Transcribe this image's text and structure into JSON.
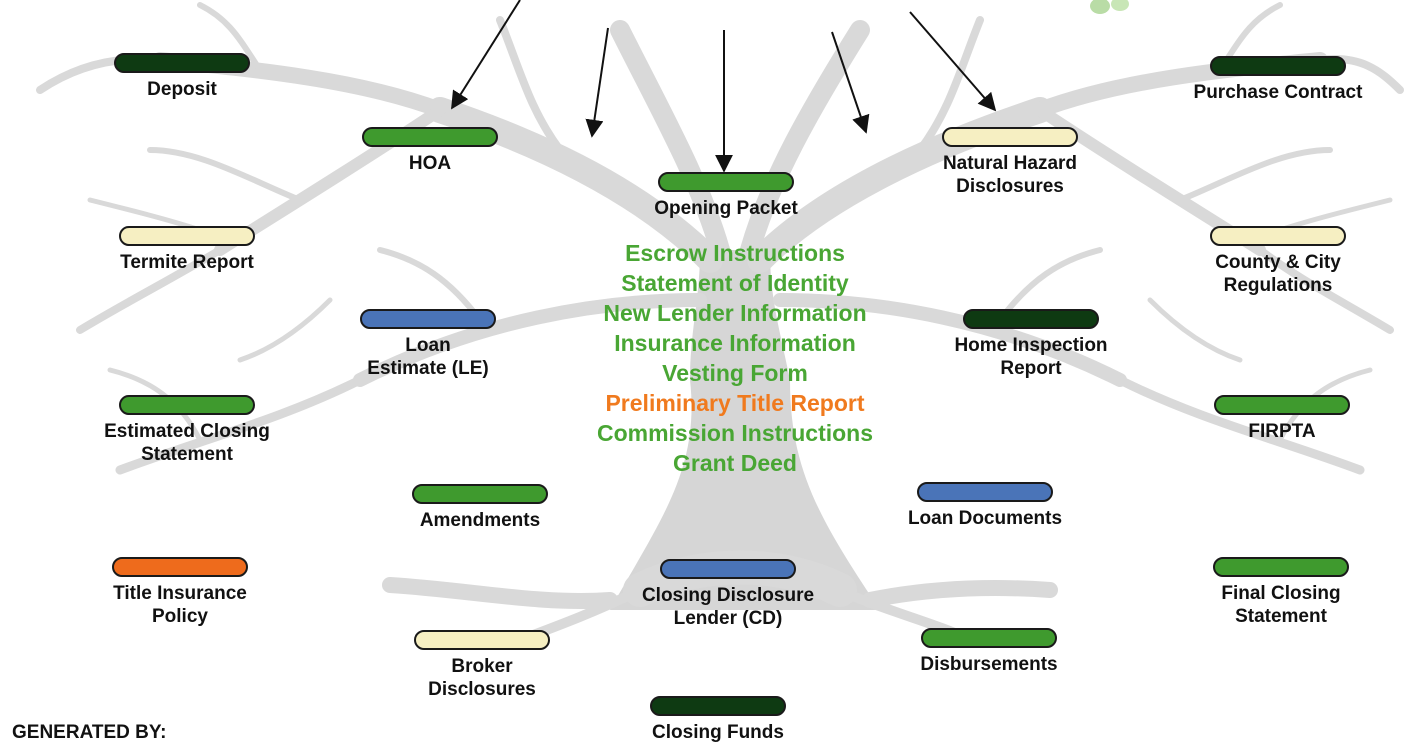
{
  "colors": {
    "green": "#3f9a2e",
    "dark_green": "#0e3a12",
    "cream": "#f6efc2",
    "blue": "#4a74b8",
    "orange": "#ee6b1c",
    "list_green": "#49a634",
    "list_orange": "#f07a1e",
    "tree": "#d8d8d8"
  },
  "nodes": {
    "deposit": {
      "label": "Deposit",
      "color": "dark_green"
    },
    "purchase_contract": {
      "label": "Purchase Contract",
      "color": "dark_green"
    },
    "hoa": {
      "label": "HOA",
      "color": "green"
    },
    "natural_hazard": {
      "label": "Natural Hazard\nDisclosures",
      "color": "cream"
    },
    "opening_packet": {
      "label": "Opening Packet",
      "color": "green"
    },
    "termite_report": {
      "label": "Termite Report",
      "color": "cream"
    },
    "county_city": {
      "label": "County & City\nRegulations",
      "color": "cream"
    },
    "loan_estimate": {
      "label": "Loan\nEstimate (LE)",
      "color": "blue"
    },
    "home_inspection": {
      "label": "Home Inspection\nReport",
      "color": "dark_green"
    },
    "estimated_closing": {
      "label": "Estimated Closing\nStatement",
      "color": "green"
    },
    "firpta": {
      "label": "FIRPTA",
      "color": "green"
    },
    "amendments": {
      "label": "Amendments",
      "color": "green"
    },
    "loan_documents": {
      "label": "Loan Documents",
      "color": "blue"
    },
    "title_insurance": {
      "label": "Title Insurance\nPolicy",
      "color": "orange"
    },
    "closing_disclosure": {
      "label": "Closing Disclosure\nLender (CD)",
      "color": "blue"
    },
    "final_closing": {
      "label": "Final Closing\nStatement",
      "color": "green"
    },
    "broker_disclosures": {
      "label": "Broker\nDisclosures",
      "color": "cream"
    },
    "disbursements": {
      "label": "Disbursements",
      "color": "green"
    },
    "closing_funds": {
      "label": "Closing Funds",
      "color": "dark_green"
    }
  },
  "opening_packet_items": [
    {
      "text": "Escrow Instructions",
      "color": "list_green"
    },
    {
      "text": "Statement of Identity",
      "color": "list_green"
    },
    {
      "text": "New Lender Information",
      "color": "list_green"
    },
    {
      "text": "Insurance Information",
      "color": "list_green"
    },
    {
      "text": "Vesting Form",
      "color": "list_green"
    },
    {
      "text": "Preliminary Title Report",
      "color": "list_orange"
    },
    {
      "text": "Commission Instructions",
      "color": "list_green"
    },
    {
      "text": "Grant Deed",
      "color": "list_green"
    }
  ],
  "footer": {
    "generated_by": "GENERATED BY:"
  }
}
